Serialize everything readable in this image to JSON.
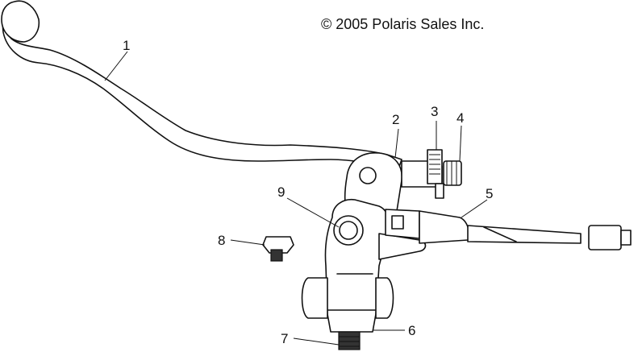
{
  "copyright": "© 2005 Polaris Sales Inc.",
  "callouts": [
    {
      "id": "1",
      "label": "1"
    },
    {
      "id": "2",
      "label": "2"
    },
    {
      "id": "3",
      "label": "3"
    },
    {
      "id": "4",
      "label": "4"
    },
    {
      "id": "5",
      "label": "5"
    },
    {
      "id": "6",
      "label": "6"
    },
    {
      "id": "7",
      "label": "7"
    },
    {
      "id": "8",
      "label": "8"
    },
    {
      "id": "9",
      "label": "9"
    }
  ]
}
